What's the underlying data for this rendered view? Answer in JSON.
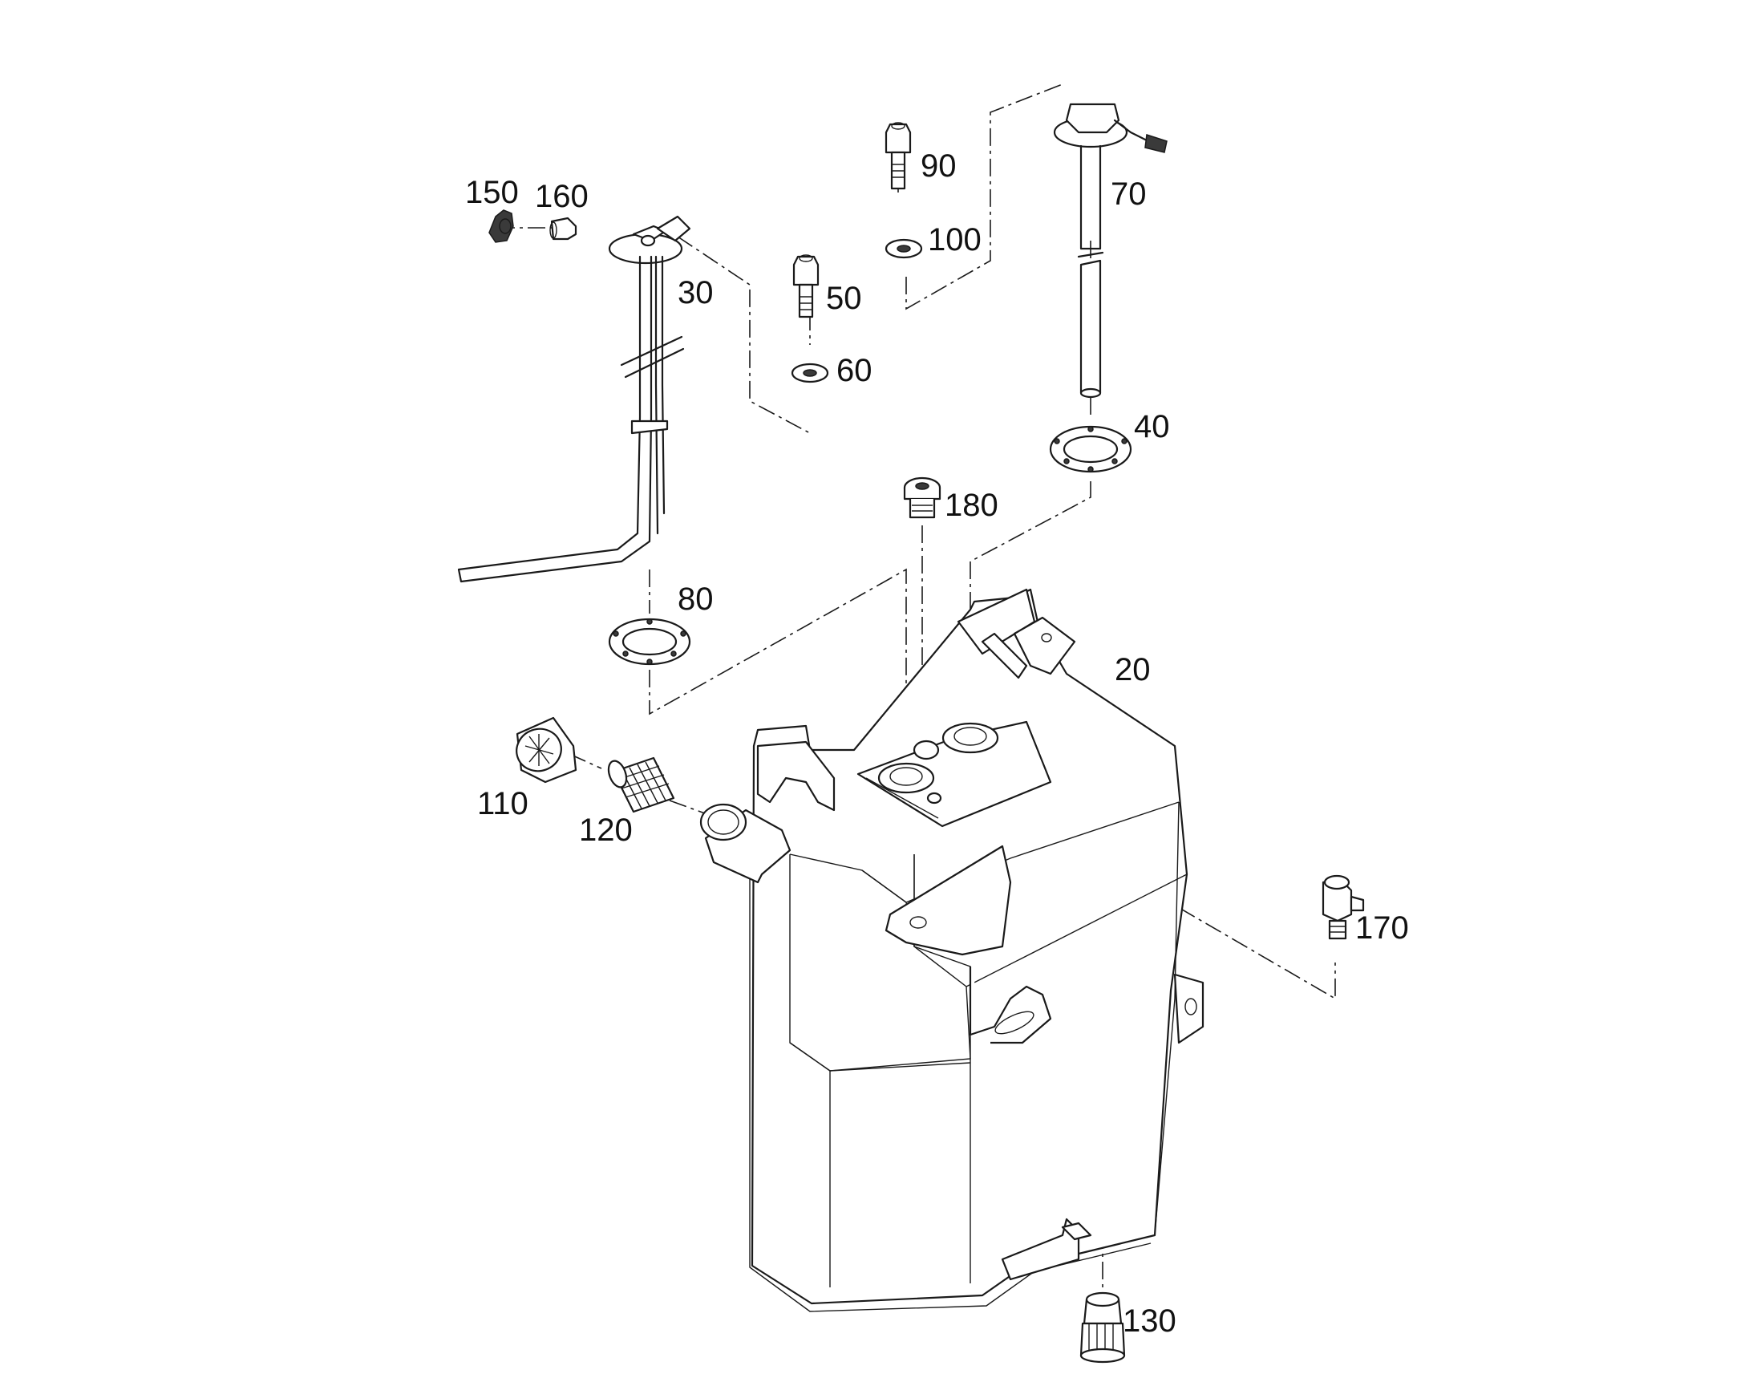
{
  "callouts": {
    "p20": "20",
    "p30": "30",
    "p40": "40",
    "p50": "50",
    "p60": "60",
    "p70": "70",
    "p80": "80",
    "p90": "90",
    "p100": "100",
    "p110": "110",
    "p120": "120",
    "p130": "130",
    "p150": "150",
    "p160": "160",
    "p170": "170",
    "p180": "180"
  }
}
